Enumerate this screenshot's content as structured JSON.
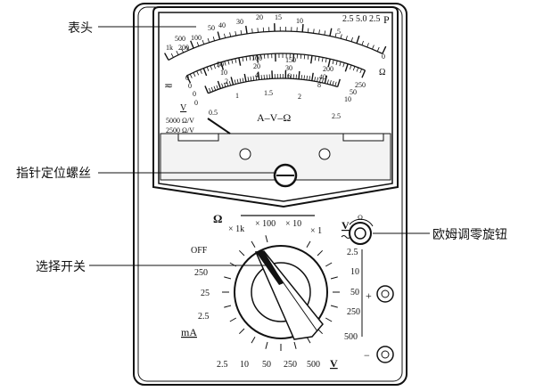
{
  "callouts": {
    "meter_head": "表头",
    "pointer_zero_screw": "指针定位螺丝",
    "selector_switch": "选择开关",
    "ohm_zero_knob": "欧姆调零旋钮"
  },
  "meter": {
    "ohm_scale": [
      "1k",
      "500",
      "200",
      "100",
      "50",
      "40",
      "30",
      "20",
      "15",
      "10",
      "5",
      "0"
    ],
    "ohm_symbol": "Ω",
    "scale_250": [
      "0",
      "50",
      "100",
      "150",
      "200",
      "250"
    ],
    "scale_50": [
      "0",
      "10",
      "20",
      "30",
      "40",
      "50"
    ],
    "scale_10": [
      "0",
      "2",
      "4",
      "6",
      "8",
      "10"
    ],
    "scale_2_5": [
      "0",
      "0.5",
      "1",
      "1.5",
      "2",
      "2.5"
    ],
    "acdc_symbol": "≂",
    "v_symbol": "V",
    "sensitivity_dc": "5000 Ω/V",
    "sensitivity_ac": "2500 Ω/V",
    "center_label": "A–V–Ω",
    "class_marks": [
      "2.5",
      "5.0",
      "2.5"
    ],
    "class_p": "P"
  },
  "selector": {
    "ohm_symbol": "Ω",
    "ohm_ranges": [
      "× 1k",
      "× 100",
      "× 10",
      "× 1"
    ],
    "off": "OFF",
    "ma_ranges": [
      "250",
      "25",
      "2.5"
    ],
    "ma_label": "mA",
    "dcv_ranges": [
      "2.5",
      "10",
      "50",
      "250",
      "500"
    ],
    "dcv_label": "V",
    "acv_ranges": [
      "2.5",
      "10",
      "50",
      "250",
      "500"
    ],
    "acv_label": "V"
  },
  "terminals": {
    "plus": "+",
    "minus": "−"
  }
}
